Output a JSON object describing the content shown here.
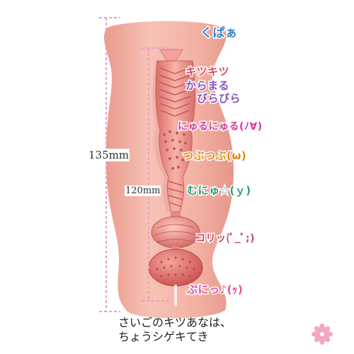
{
  "dimensions": {
    "total": "135mm",
    "inner": "120mm"
  },
  "labels": {
    "kupa": "くぱぁ",
    "kitsukitsu": "キツキツ",
    "karamaru": "からまる",
    "birabira": "びらびら",
    "nyurunyuru": "にゅるにゅる(ﾉ∀)",
    "tsubutsubu": "つぶつぶ(ω)",
    "munyu": "むにゅ☆(ｙ)",
    "korippo": "コリッ(ﾟ_ﾟ;)",
    "punyu": "ぷにっ♪(ｯ)"
  },
  "caption": {
    "line1": "さいごのキツあなは、",
    "line2": "ちょうシゲキてき"
  },
  "colors": {
    "body": "#f2b2a4",
    "inner": "#e9877e",
    "kupa": "#3a86c8",
    "kitsukitsu": "#e0435e",
    "karamaru": "#8a4fc2",
    "nyurunyuru": "#d6389a",
    "tsubutsubu": "#e08a10",
    "munyu": "#2e9e7a",
    "korippo": "#c24a6a",
    "punyu": "#e0509a",
    "dimension_line": "#e6a1c6",
    "flower": "#f2a7c5"
  },
  "icons": {
    "decoration": "pink-flower-icon"
  }
}
